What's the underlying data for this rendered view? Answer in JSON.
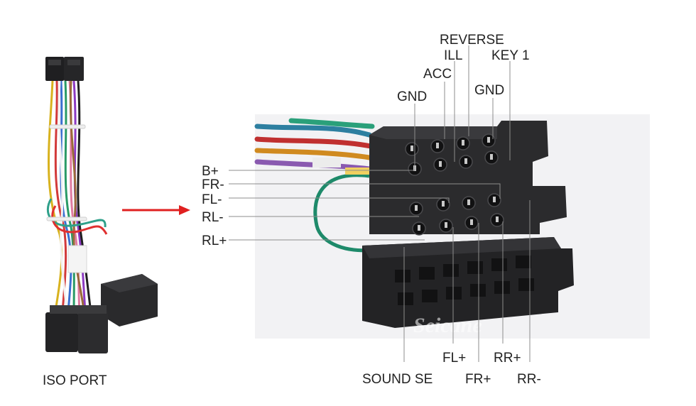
{
  "caption": "ISO PORT",
  "brand": {
    "watermark": "Seicane"
  },
  "colors": {
    "arrow": "#e02020",
    "text": "#222222",
    "leader": "#8c8c8c",
    "connector": "#2b2b2d",
    "photo_bg": "#f2f2f4"
  },
  "pins": {
    "top": [
      {
        "id": "reverse",
        "label": "REVERSE"
      },
      {
        "id": "ill",
        "label": "ILL"
      },
      {
        "id": "key1",
        "label": "KEY 1"
      },
      {
        "id": "acc",
        "label": "ACC"
      },
      {
        "id": "gnd-right",
        "label": "GND"
      },
      {
        "id": "gnd-left",
        "label": "GND"
      }
    ],
    "left": [
      {
        "id": "b-plus",
        "label": "B+"
      },
      {
        "id": "fr-minus",
        "label": "FR-"
      },
      {
        "id": "fl-minus",
        "label": "FL-"
      },
      {
        "id": "rl-minus",
        "label": "RL-"
      },
      {
        "id": "rl-plus",
        "label": "RL+"
      }
    ],
    "bottom": [
      {
        "id": "sound-se",
        "label": "SOUND SE"
      },
      {
        "id": "fl-plus",
        "label": "FL+"
      },
      {
        "id": "fr-plus",
        "label": "FR+"
      },
      {
        "id": "rr-plus",
        "label": "RR+"
      },
      {
        "id": "rr-minus",
        "label": "RR-"
      }
    ]
  }
}
